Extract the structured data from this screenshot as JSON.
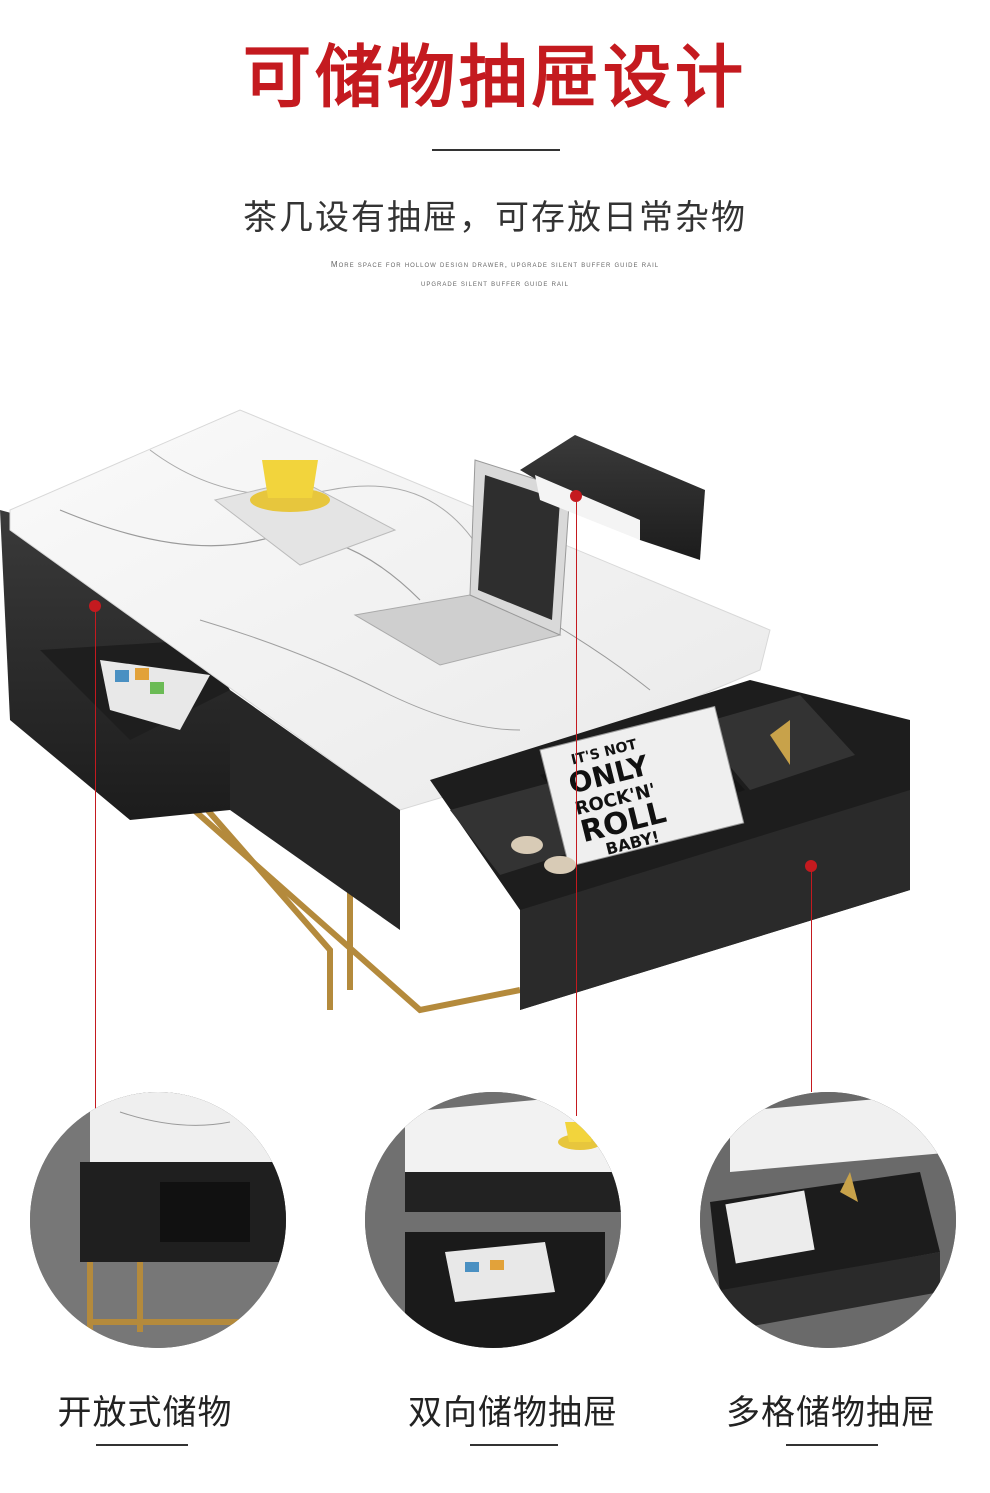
{
  "header": {
    "title": "可储物抽屉设计",
    "subtitle": "茶几设有抽屉，可存放日常杂物",
    "english_line1": "More space for hollow design drawer, upgrade silent buffer guide rail",
    "english_line2": "upgrade silent buffer guide rail"
  },
  "product": {
    "book_text_1": "IT'S NOT",
    "book_text_2": "ONLY",
    "book_text_3": "ROCK'N'",
    "book_text_4": "ROLL",
    "book_text_5": "BABY!"
  },
  "features": [
    {
      "label": "开放式储物"
    },
    {
      "label": "双向储物抽屉"
    },
    {
      "label": "多格储物抽屉"
    }
  ],
  "colors": {
    "accent": "#c41a1f",
    "marble": "#f3f3f3",
    "cabinet": "#2a2a2a",
    "gold": "#b48a3c"
  }
}
